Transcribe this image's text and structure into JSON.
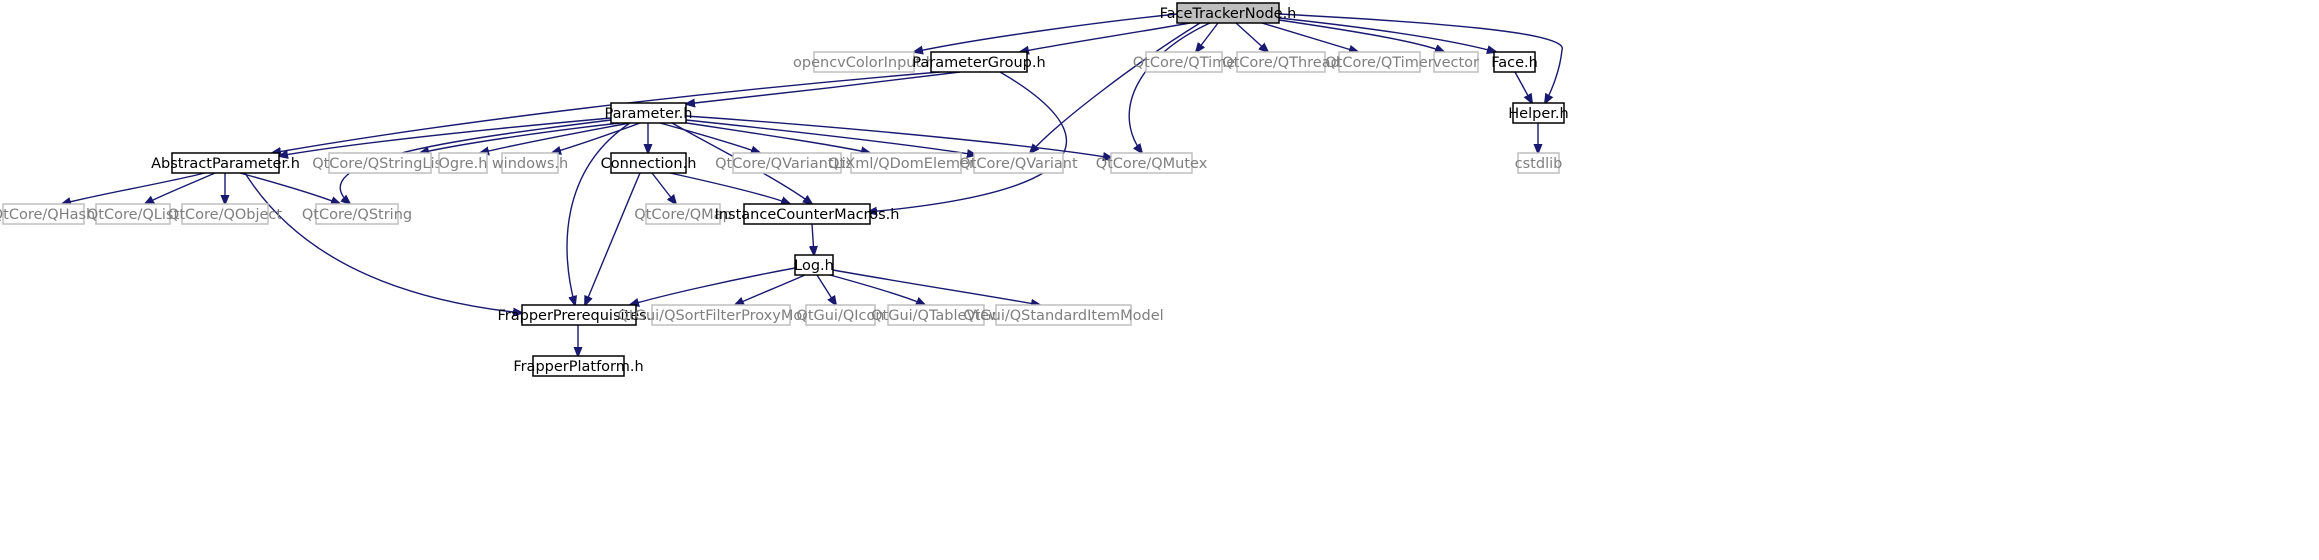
{
  "graph": {
    "colors": {
      "edge": "#191970",
      "documented_border": "#000000",
      "documented_text": "#000000",
      "external_border": "#bfbfbf",
      "external_text": "#7f7f7f",
      "root_fill": "#bfbfbf"
    },
    "nodes": [
      {
        "id": "FaceTrackerNode_h",
        "label": "FaceTrackerNode.h",
        "kind": "root"
      },
      {
        "id": "opencvColorInput_h",
        "label": "opencvColorInput.h",
        "kind": "external"
      },
      {
        "id": "ParameterGroup_h",
        "label": "ParameterGroup.h",
        "kind": "documented"
      },
      {
        "id": "QtCore_QTime",
        "label": "QtCore/QTime",
        "kind": "external"
      },
      {
        "id": "QtCore_QThread",
        "label": "QtCore/QThread",
        "kind": "external"
      },
      {
        "id": "QtCore_QTimer",
        "label": "QtCore/QTimer",
        "kind": "external"
      },
      {
        "id": "vector",
        "label": "vector",
        "kind": "external"
      },
      {
        "id": "Face_h",
        "label": "Face.h",
        "kind": "documented"
      },
      {
        "id": "Parameter_h",
        "label": "Parameter.h",
        "kind": "documented"
      },
      {
        "id": "Helper_h",
        "label": "Helper.h",
        "kind": "documented"
      },
      {
        "id": "AbstractParameter_h",
        "label": "AbstractParameter.h",
        "kind": "documented"
      },
      {
        "id": "QtCore_QStringList",
        "label": "QtCore/QStringList",
        "kind": "external"
      },
      {
        "id": "Ogre_h",
        "label": "Ogre.h",
        "kind": "external"
      },
      {
        "id": "windows_h",
        "label": "windows.h",
        "kind": "external"
      },
      {
        "id": "Connection_h",
        "label": "Connection.h",
        "kind": "documented"
      },
      {
        "id": "QtCore_QVariantList",
        "label": "QtCore/QVariantList",
        "kind": "external"
      },
      {
        "id": "QtXml_QDomElement",
        "label": "QtXml/QDomElement",
        "kind": "external"
      },
      {
        "id": "QtCore_QVariant",
        "label": "QtCore/QVariant",
        "kind": "external"
      },
      {
        "id": "QtCore_QMutex",
        "label": "QtCore/QMutex",
        "kind": "external"
      },
      {
        "id": "cstdlib",
        "label": "cstdlib",
        "kind": "external"
      },
      {
        "id": "QtCore_QHash",
        "label": "QtCore/QHash",
        "kind": "external"
      },
      {
        "id": "QtCore_QList",
        "label": "QtCore/QList",
        "kind": "external"
      },
      {
        "id": "QtCore_QObject",
        "label": "QtCore/QObject",
        "kind": "external"
      },
      {
        "id": "QtCore_QString",
        "label": "QtCore/QString",
        "kind": "external"
      },
      {
        "id": "QtCore_QMap",
        "label": "QtCore/QMap",
        "kind": "external"
      },
      {
        "id": "InstanceCounterMacros_h",
        "label": "InstanceCounterMacros.h",
        "kind": "documented"
      },
      {
        "id": "Log_h",
        "label": "Log.h",
        "kind": "documented"
      },
      {
        "id": "FrapperPrerequisites_h",
        "label": "FrapperPrerequisites.h",
        "kind": "documented"
      },
      {
        "id": "QtGui_QSortFilterProxyModel",
        "label": "QtGui/QSortFilterProxyModel",
        "kind": "external"
      },
      {
        "id": "QtGui_QIcon",
        "label": "QtGui/QIcon",
        "kind": "external"
      },
      {
        "id": "QtGui_QTableView",
        "label": "QtGui/QTableView",
        "kind": "external"
      },
      {
        "id": "QtGui_QStandardItemModel",
        "label": "QtGui/QStandardItemModel",
        "kind": "external"
      },
      {
        "id": "FrapperPlatform_h",
        "label": "FrapperPlatform.h",
        "kind": "documented"
      }
    ],
    "edges": [
      {
        "from": "FaceTrackerNode_h",
        "to": "opencvColorInput_h"
      },
      {
        "from": "FaceTrackerNode_h",
        "to": "ParameterGroup_h"
      },
      {
        "from": "FaceTrackerNode_h",
        "to": "QtCore_QVariant"
      },
      {
        "from": "FaceTrackerNode_h",
        "to": "QtCore_QMutex"
      },
      {
        "from": "FaceTrackerNode_h",
        "to": "QtCore_QTime"
      },
      {
        "from": "FaceTrackerNode_h",
        "to": "QtCore_QThread"
      },
      {
        "from": "FaceTrackerNode_h",
        "to": "QtCore_QTimer"
      },
      {
        "from": "FaceTrackerNode_h",
        "to": "vector"
      },
      {
        "from": "FaceTrackerNode_h",
        "to": "Face_h"
      },
      {
        "from": "FaceTrackerNode_h",
        "to": "Helper_h"
      },
      {
        "from": "ParameterGroup_h",
        "to": "Parameter_h"
      },
      {
        "from": "ParameterGroup_h",
        "to": "AbstractParameter_h"
      },
      {
        "from": "ParameterGroup_h",
        "to": "InstanceCounterMacros_h"
      },
      {
        "from": "Face_h",
        "to": "Helper_h"
      },
      {
        "from": "Helper_h",
        "to": "cstdlib"
      },
      {
        "from": "Parameter_h",
        "to": "AbstractParameter_h"
      },
      {
        "from": "Parameter_h",
        "to": "QtCore_QString"
      },
      {
        "from": "Parameter_h",
        "to": "QtCore_QStringList"
      },
      {
        "from": "Parameter_h",
        "to": "Ogre_h"
      },
      {
        "from": "Parameter_h",
        "to": "windows_h"
      },
      {
        "from": "Parameter_h",
        "to": "Connection_h"
      },
      {
        "from": "Parameter_h",
        "to": "QtCore_QVariantList"
      },
      {
        "from": "Parameter_h",
        "to": "QtXml_QDomElement"
      },
      {
        "from": "Parameter_h",
        "to": "QtCore_QVariant"
      },
      {
        "from": "Parameter_h",
        "to": "QtCore_QMutex"
      },
      {
        "from": "Parameter_h",
        "to": "InstanceCounterMacros_h"
      },
      {
        "from": "Parameter_h",
        "to": "FrapperPrerequisites_h"
      },
      {
        "from": "AbstractParameter_h",
        "to": "QtCore_QHash"
      },
      {
        "from": "AbstractParameter_h",
        "to": "QtCore_QList"
      },
      {
        "from": "AbstractParameter_h",
        "to": "QtCore_QObject"
      },
      {
        "from": "AbstractParameter_h",
        "to": "QtCore_QString"
      },
      {
        "from": "AbstractParameter_h",
        "to": "FrapperPrerequisites_h"
      },
      {
        "from": "Connection_h",
        "to": "QtCore_QMap"
      },
      {
        "from": "Connection_h",
        "to": "InstanceCounterMacros_h"
      },
      {
        "from": "Connection_h",
        "to": "FrapperPrerequisites_h"
      },
      {
        "from": "InstanceCounterMacros_h",
        "to": "Log_h"
      },
      {
        "from": "Log_h",
        "to": "FrapperPrerequisites_h"
      },
      {
        "from": "Log_h",
        "to": "QtGui_QSortFilterProxyModel"
      },
      {
        "from": "Log_h",
        "to": "QtGui_QIcon"
      },
      {
        "from": "Log_h",
        "to": "QtGui_QTableView"
      },
      {
        "from": "Log_h",
        "to": "QtGui_QStandardItemModel"
      },
      {
        "from": "FrapperPrerequisites_h",
        "to": "FrapperPlatform_h"
      }
    ]
  }
}
